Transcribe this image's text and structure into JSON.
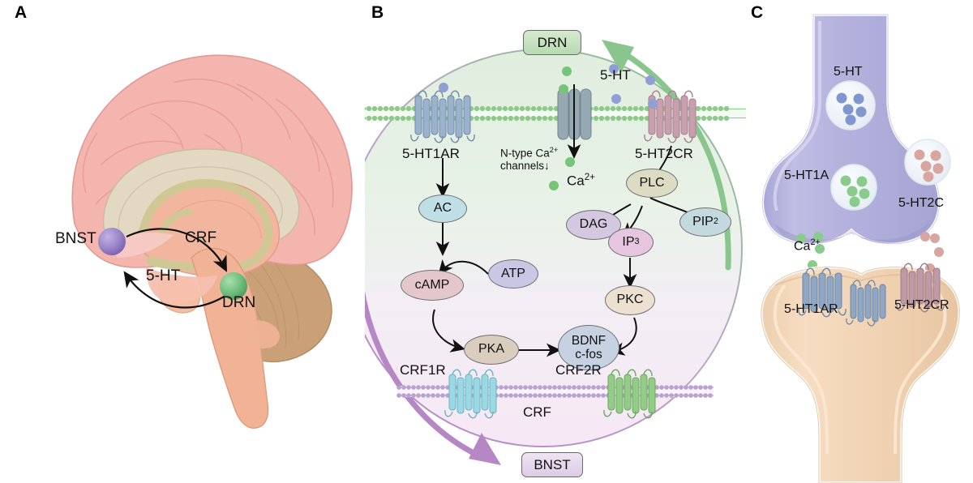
{
  "figure": {
    "panels": [
      "A",
      "B",
      "C"
    ]
  },
  "panelA": {
    "letter": "A",
    "name": "brain-sagittal-circuit",
    "labels": {
      "bnst": "BNST",
      "drn": "DRN",
      "crf": "CRF",
      "fiveht": "5-HT"
    },
    "nodes": [
      {
        "name": "bnst-node",
        "label": "BNST",
        "color": "#9b86c8"
      },
      {
        "name": "drn-node",
        "label": "DRN",
        "color": "#6fbf7e"
      }
    ],
    "arrows": [
      {
        "name": "bnst-to-drn-crf",
        "label": "CRF",
        "from": "BNST",
        "to": "DRN"
      },
      {
        "name": "drn-to-bnst-5ht",
        "label": "5-HT",
        "from": "DRN",
        "to": "BNST"
      }
    ],
    "colors": {
      "cortex": "#f4b5ae",
      "corpus_callosum": "#e3d9c2",
      "thalamus": "#f2b69e",
      "cerebellum": "#caa077",
      "brainstem": "#f1b296",
      "fornix": "#cfc894"
    }
  },
  "panelB": {
    "letter": "B",
    "name": "drn-intracellular-signaling",
    "tags": {
      "top": "DRN",
      "bottom": "BNST"
    },
    "membrane_top": {
      "name": "plasma-membrane-top",
      "receptors": [
        {
          "name": "receptor-5ht1ar",
          "label": "5-HT1AR",
          "color": "#8fa7c4"
        },
        {
          "name": "n-type-calcium-channel",
          "label": "N-type Ca2+ channels↓",
          "label_line1": "N-type Ca",
          "label_sup": "2+",
          "label_line2": "channels↓",
          "color": "#8ea2ab"
        },
        {
          "name": "receptor-5ht2cr",
          "label": "5-HT2CR",
          "color": "#c49aa6"
        }
      ]
    },
    "membrane_bottom": {
      "name": "crf-membrane",
      "label": "CRF",
      "receptors": [
        {
          "name": "receptor-crf1r",
          "label": "CRF1R",
          "color": "#8ecfdd"
        },
        {
          "name": "receptor-crf2r",
          "label": "CRF2R",
          "color": "#8cc97f"
        }
      ]
    },
    "molecules": {
      "serotonin": "5-HT",
      "calcium": "Ca",
      "calcium_charge": "2+"
    },
    "nodes": [
      {
        "name": "node-ac",
        "label": "AC",
        "color": "#bfdfe6"
      },
      {
        "name": "node-atp",
        "label": "ATP",
        "color": "#c9c7e4"
      },
      {
        "name": "node-camp",
        "label": "cAMP",
        "color": "#e3c7ca"
      },
      {
        "name": "node-pka",
        "label": "PKA",
        "color": "#d9cdbd"
      },
      {
        "name": "node-plc",
        "label": "PLC",
        "color": "#dcdcc3"
      },
      {
        "name": "node-dag",
        "label": "DAG",
        "color": "#d4c7e0"
      },
      {
        "name": "node-pip2",
        "label": "PIP",
        "sub": "2",
        "color": "#c3d9dd"
      },
      {
        "name": "node-ip3",
        "label": "IP",
        "sub": "3",
        "color": "#e6c6de"
      },
      {
        "name": "node-pkc",
        "label": "PKC",
        "color": "#ece0d0"
      },
      {
        "name": "node-bdnf",
        "label": "BDNF",
        "label2": "c-fos",
        "color": "#c6d2e2"
      }
    ],
    "colors": {
      "cell_top": "#e3efe1",
      "cell_bottom": "#f6eaf5",
      "arrow_green": "#89c58d",
      "arrow_purple": "#b588c5",
      "membrane_green": "#8dc98a",
      "membrane_purple": "#b9a2cd",
      "serotonin_dot": "#8f9ed4",
      "calcium_dot": "#76c479"
    }
  },
  "panelC": {
    "letter": "C",
    "name": "synapse-diagram",
    "labels": {
      "presyn_transmitter": "5-HT",
      "presyn_left_receptor": "5-HT1A",
      "presyn_right_receptor": "5-HT2C",
      "cleft_ion": "Ca",
      "cleft_ion_charge": "2+",
      "postsyn_left_receptor": "5-HT1AR",
      "postsyn_right_receptor": "5-HT2CR"
    },
    "colors": {
      "presynaptic": "#b3b1dc",
      "postsynaptic": "#f2d3b4",
      "vesicle": "#eef2f7",
      "vesicle_blue_dot": "#7f96cf",
      "vesicle_green_dot": "#88cb8b",
      "vesicle_pink_dot": "#d9a5a0",
      "receptor_blue": "#8fa7c4",
      "receptor_pink": "#bf9aa6"
    },
    "vesicles": [
      {
        "name": "vesicle-5ht-blue",
        "dots": 5,
        "color": "#7f96cf"
      },
      {
        "name": "vesicle-5ht1a-green",
        "dots": 5,
        "color": "#88cb8b"
      },
      {
        "name": "vesicle-5ht2c-pink",
        "dots": 5,
        "color": "#d9a5a0"
      }
    ]
  }
}
